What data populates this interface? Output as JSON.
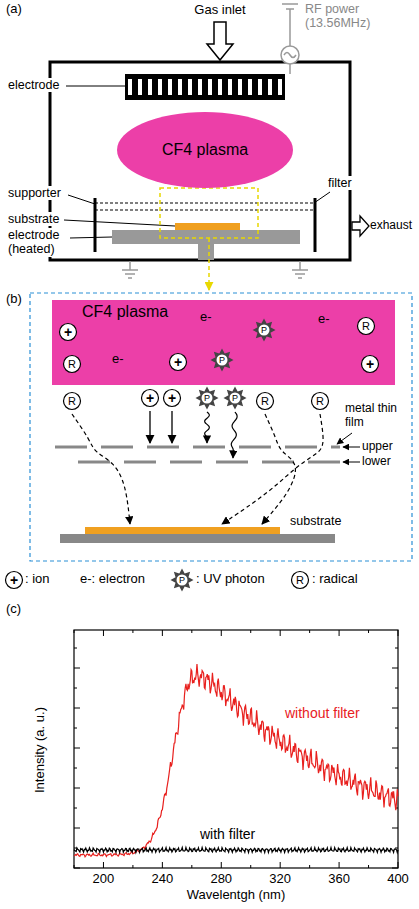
{
  "diagram": {
    "nodes": [
      {
        "text": [
          "CF4 plasma"
        ]
      },
      {
        "text": [
          "CF4 plasma"
        ]
      },
      {
        "text": [
          "+"
        ],
        "in": 1
      },
      {
        "text": [
          "P"
        ],
        "in": 1
      },
      {
        "text": [
          "R"
        ],
        "in": 1
      },
      {
        "text": [
          "R"
        ],
        "in": 1
      },
      {
        "text": [
          "+"
        ],
        "in": 1
      },
      {
        "text": [
          "P"
        ],
        "in": 1
      },
      {
        "text": [
          "+"
        ],
        "in": 1
      },
      {
        "text": [
          "R"
        ]
      },
      {
        "text": [
          "+"
        ]
      },
      {
        "text": [
          "+"
        ]
      },
      {
        "text": [
          "P"
        ]
      },
      {
        "text": [
          "P"
        ]
      },
      {
        "text": [
          "R"
        ]
      },
      {
        "text": [
          "R"
        ]
      }
    ],
    "labels": [
      "(a)",
      "Gas inlet",
      "RF power (13.56MHz)",
      "electrode",
      "supporter",
      "filter",
      "substrate",
      "exhaust",
      "electrode (heated)",
      "(b)",
      "e-",
      "e-",
      "e-",
      "metal thin film",
      "upper",
      "lower",
      "substrate",
      "+",
      "P",
      "R",
      "(c)",
      "Intensity (a. u.)",
      "Wavelentgh (nm)",
      "200",
      "240",
      "280",
      "320",
      "360",
      "400",
      "without filter",
      "with filter"
    ],
    "legend": [
      {
        "text": ": ion"
      },
      {
        "text": "e-: electron"
      },
      {
        "text": ": UV photon"
      },
      {
        "text": ": radical"
      }
    ]
  }
}
